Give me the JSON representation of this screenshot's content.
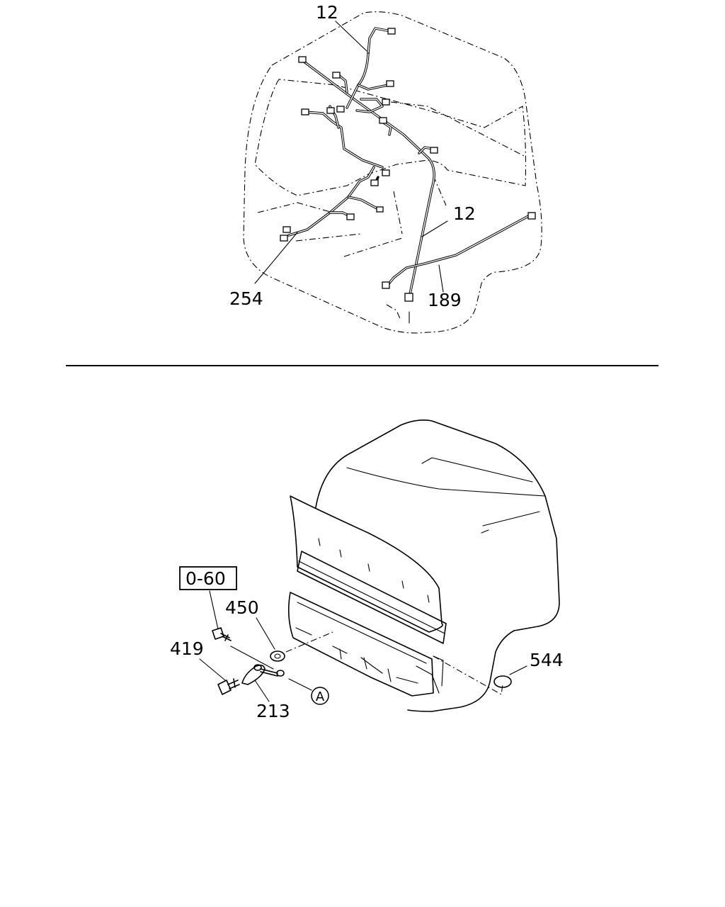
{
  "upper_view": {
    "callouts": {
      "harness_top": "12",
      "harness_right": "12",
      "harness_left": "254",
      "harness_bottom": "189"
    }
  },
  "lower_view": {
    "reference_box": "0-60",
    "callouts": {
      "washer": "450",
      "bolt": "419",
      "ground_wire": "213",
      "plug": "544"
    },
    "circle_ref": "A"
  }
}
